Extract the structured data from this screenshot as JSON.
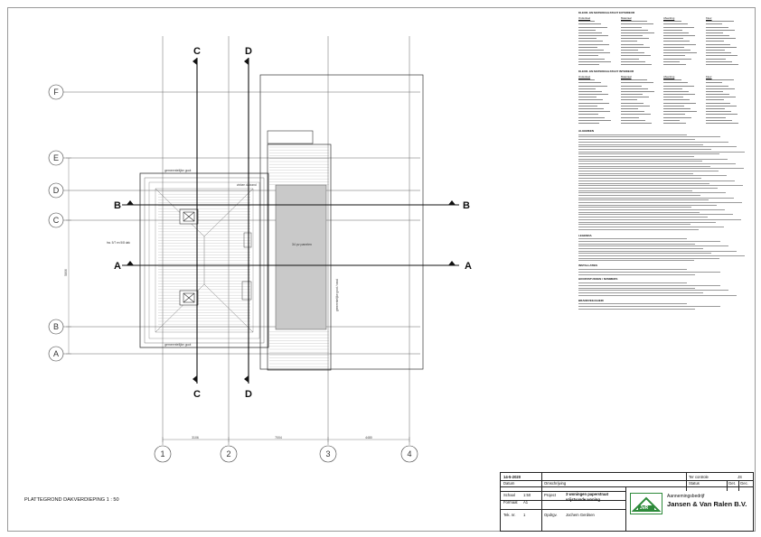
{
  "drawing": {
    "caption": "PLATTEGROND DAKVERDIEPING  1 : 50",
    "section_labels": [
      "A",
      "B",
      "C",
      "D"
    ],
    "grid_rows": [
      "F",
      "E",
      "D",
      "C",
      "B",
      "A"
    ],
    "grid_cols": [
      "1",
      "2",
      "3",
      "4"
    ],
    "dims_bottom": [
      "3106",
      "7004",
      "4480"
    ],
    "dim_left": "5806",
    "room_labels": {
      "gutter_top": "gemeentelijke goot",
      "gutter_bottom": "gemeentelijke goot",
      "roof_left": "hw. 5/7 en 5/8 dak",
      "panel": "34 pv panelen",
      "parapet": "zinken dakrand",
      "right_edge": "gemeentelijke goot / rand"
    }
  },
  "specs": {
    "section1_title": "KLEUR- EN MATERIAALSTAAT EXTERIEUR",
    "section2_title": "KLEUR- EN MATERIAALSTAAT INTERIEUR",
    "columns": [
      "Onderdeel",
      "Materiaal",
      "Afwerking",
      "Kleur"
    ],
    "notes_title": "ALGEMEEN",
    "legend_title": "LEGENDA",
    "install_title": "INSTALLATIES",
    "codes_title": "HOOFDSTUKKEN / NUMMERS",
    "fire_title": "BRANDVEILIGHEID"
  },
  "titleblock": {
    "date": "14-5-2020",
    "date_label": "Datum",
    "description_label": "Omschrijving",
    "drawn_label": "Ter controle",
    "drawn_value": "JS",
    "status_label": "Status",
    "approved_label": "Get.",
    "checked_label": "Gec.",
    "scale_label": "Schaal",
    "scale_value": "1:50",
    "format_label": "Formaat",
    "format_value": "A1",
    "project_label": "Project",
    "project_value_1": "3 woningen paperstraat",
    "project_value_2": "vrijstaande woning",
    "drawing_no_label": "Tek. nr.",
    "drawing_no_value": "1",
    "client_label": "Opdrgv.",
    "client_value": "Jochem Gerdsen",
    "logo_mark": "JvR",
    "company_line1": "Aannemingsbedrijf",
    "company_line2": "Jansen & Van Ralen B.V."
  }
}
